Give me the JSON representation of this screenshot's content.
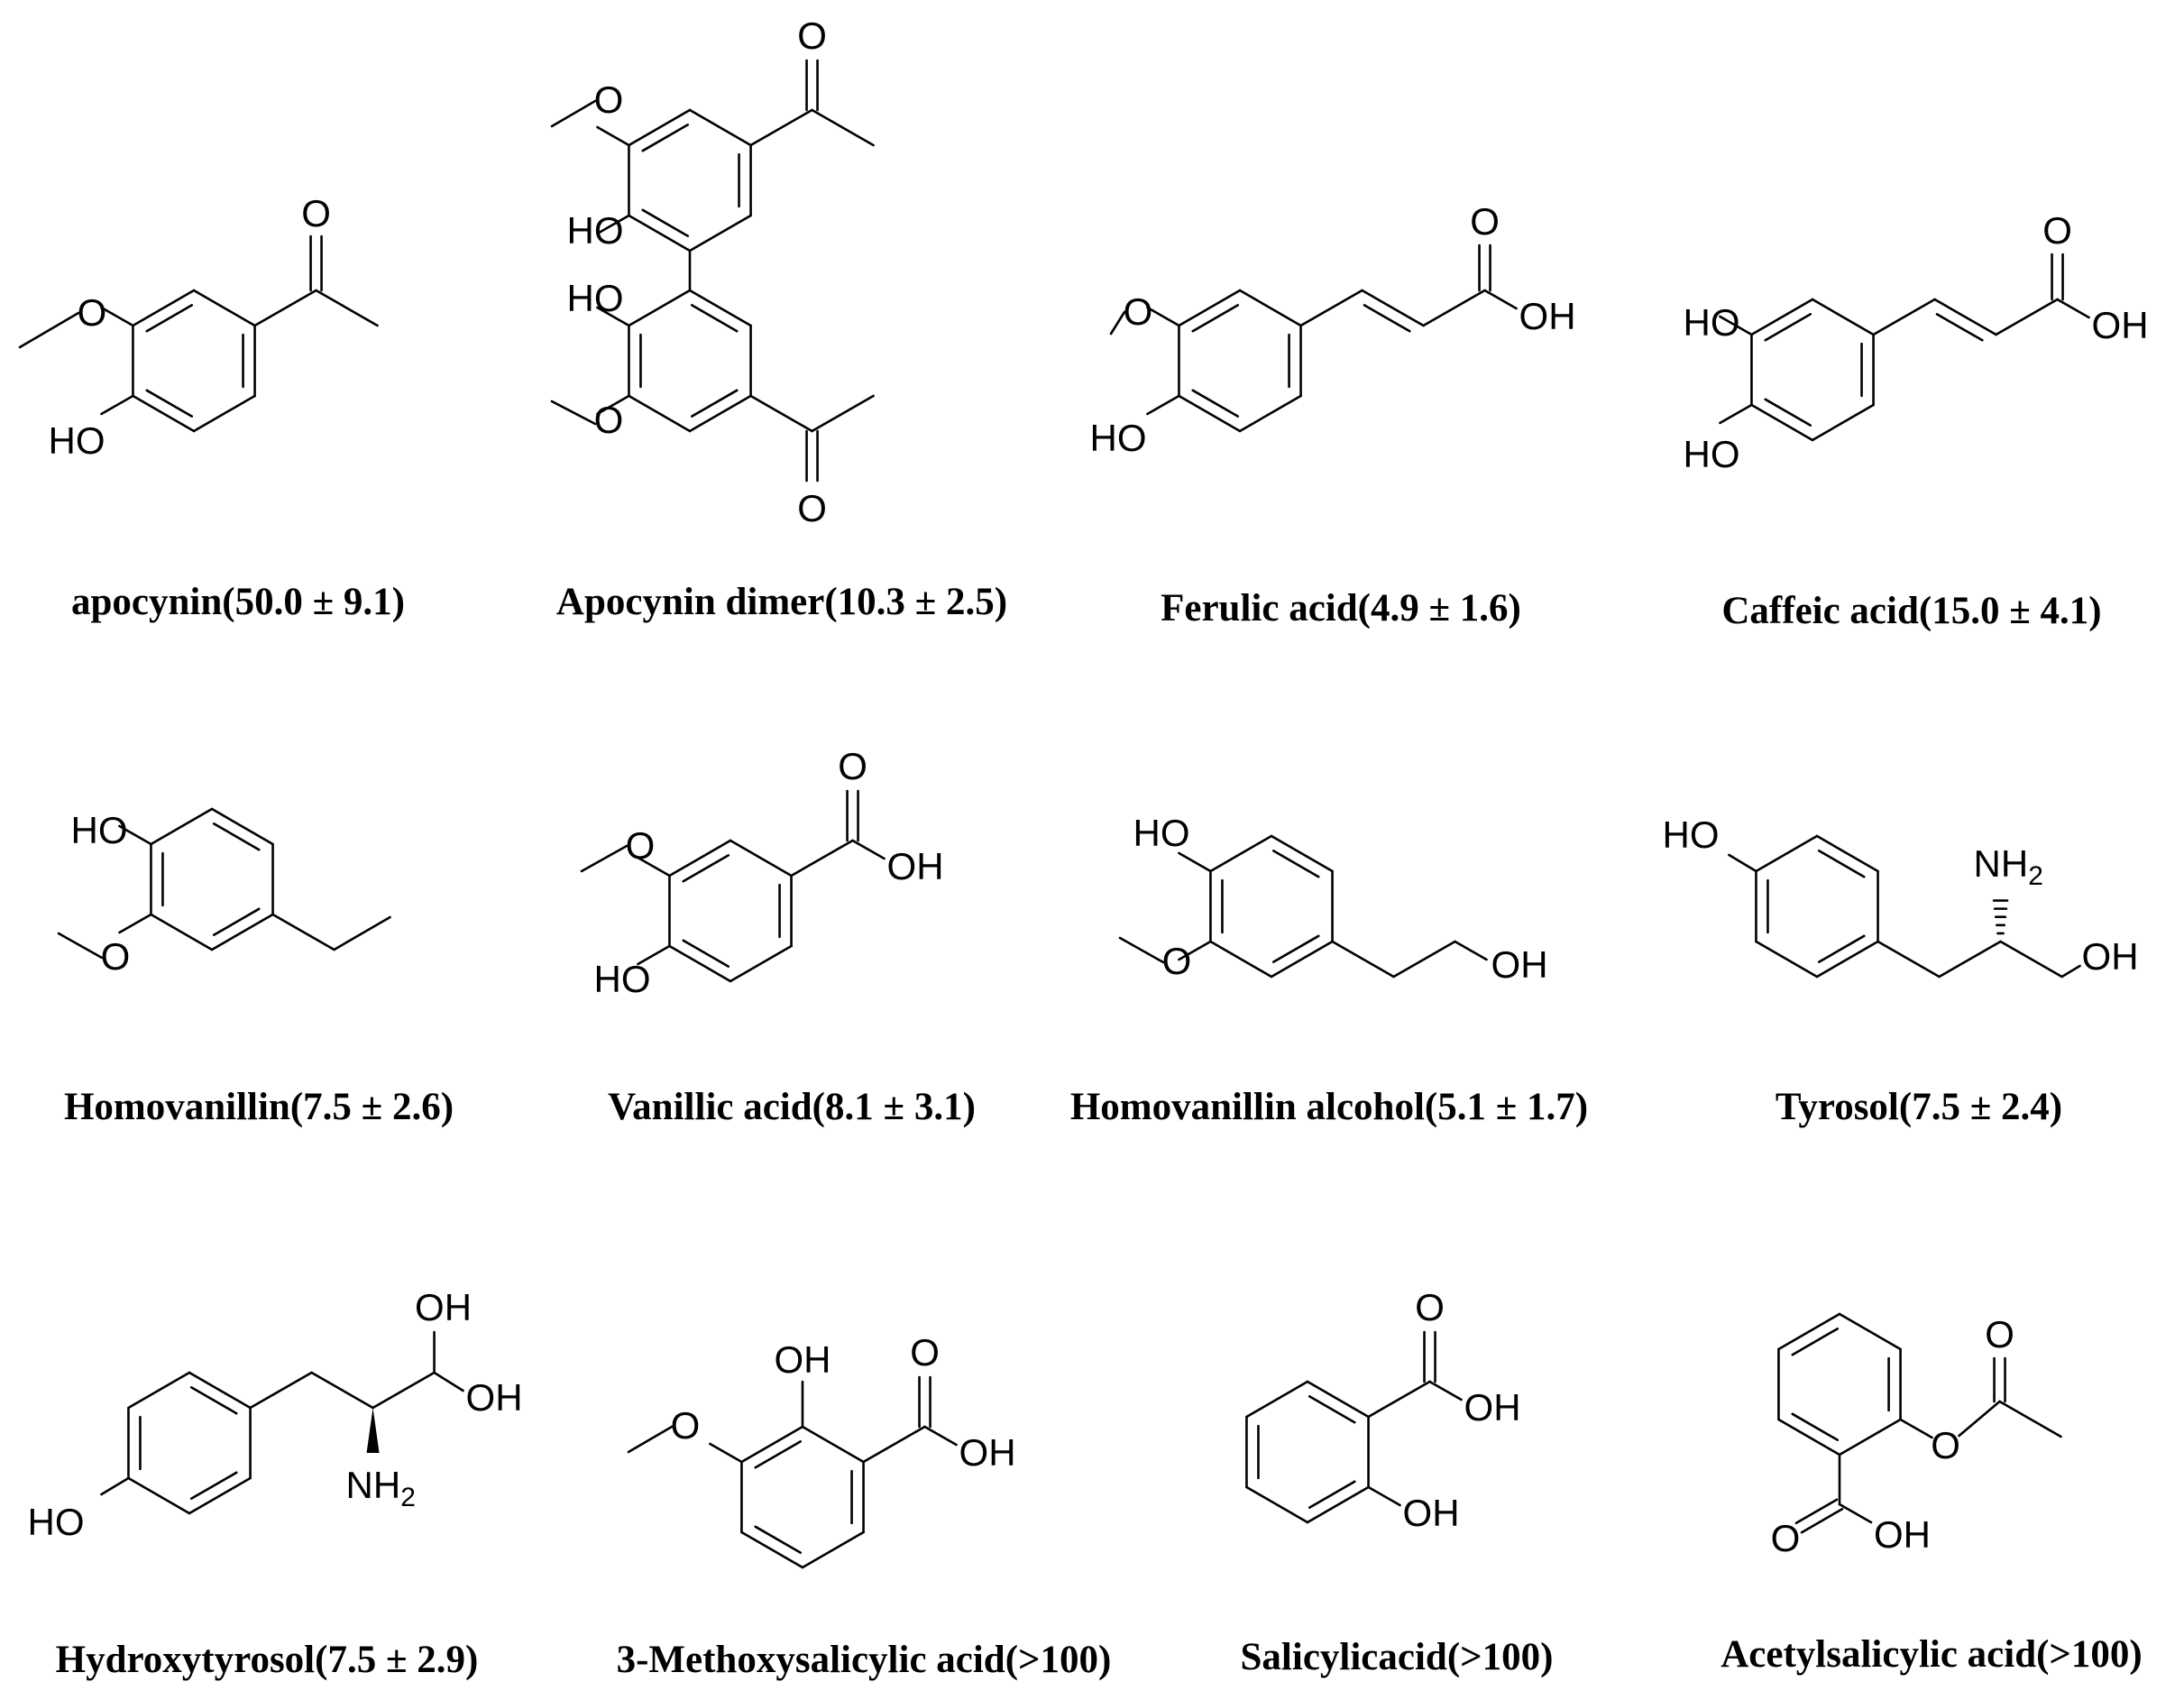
{
  "compounds": [
    {
      "label": "apocynin(50.0 ± 9.1)"
    },
    {
      "label": "Apocynin dimer(10.3 ± 2.5)"
    },
    {
      "label": "Ferulic acid(4.9 ± 1.6)"
    },
    {
      "label": "Caffeic acid(15.0 ± 4.1)"
    },
    {
      "label": "Homovanillin(7.5 ± 2.6)"
    },
    {
      "label": "Vanillic acid(8.1 ± 3.1)"
    },
    {
      "label": "Homovanillin alcohol(5.1 ± 1.7)"
    },
    {
      "label": "Tyrosol(7.5 ± 2.4)"
    },
    {
      "label": "Hydroxytyrosol(7.5 ± 2.9)"
    },
    {
      "label": "3-Methoxysalicylic acid(>100)"
    },
    {
      "label": "Salicylicacid(>100)"
    },
    {
      "label": "Acetylsalicylic acid(>100)"
    }
  ],
  "atoms": {
    "o": "O",
    "ho": "HO",
    "oh": "OH",
    "nh": "NH",
    "sub2": "2"
  }
}
